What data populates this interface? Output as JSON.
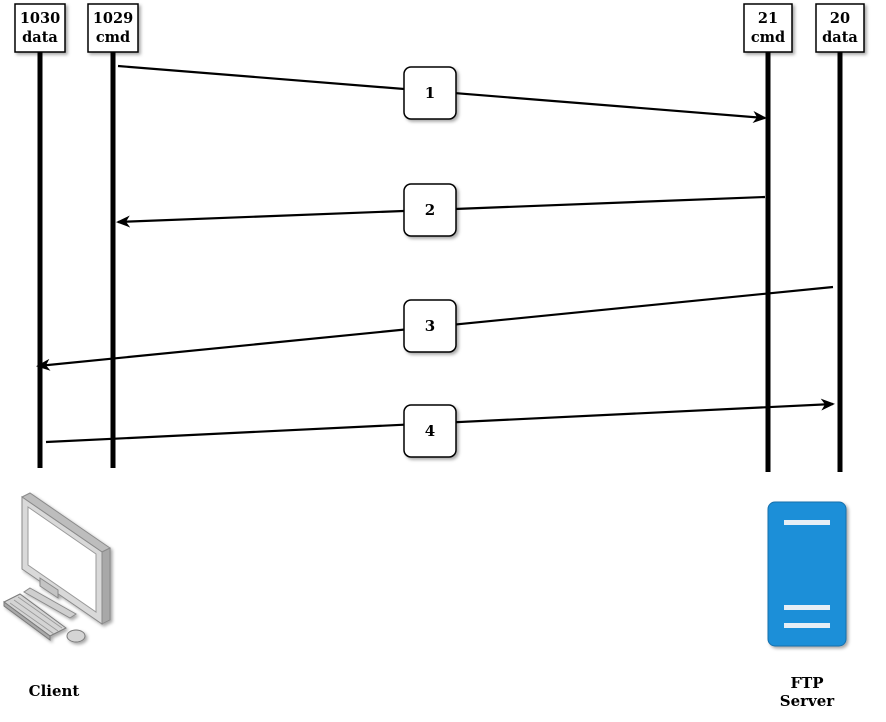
{
  "ports": [
    {
      "id": "client-data",
      "number": "1030",
      "kind": "data"
    },
    {
      "id": "client-cmd",
      "number": "1029",
      "kind": "cmd"
    },
    {
      "id": "server-cmd",
      "number": "21",
      "kind": "cmd"
    },
    {
      "id": "server-data",
      "number": "20",
      "kind": "data"
    }
  ],
  "steps": [
    {
      "label": "1",
      "from": "client-cmd",
      "to": "server-cmd"
    },
    {
      "label": "2",
      "from": "server-cmd",
      "to": "client-cmd"
    },
    {
      "label": "3",
      "from": "server-data",
      "to": "client-data"
    },
    {
      "label": "4",
      "from": "client-data",
      "to": "server-data"
    }
  ],
  "devices": {
    "client": {
      "label": "Client",
      "icon": "desktop-computer-icon"
    },
    "server": {
      "label_line1": "FTP",
      "label_line2": "Server",
      "icon": "server-tower-icon"
    }
  },
  "colors": {
    "line": "#000000",
    "server_body": "#1b8fd8",
    "server_slot": "#e6eef5",
    "monitor_frame": "#d9d9d9",
    "monitor_screen": "#ffffff"
  }
}
